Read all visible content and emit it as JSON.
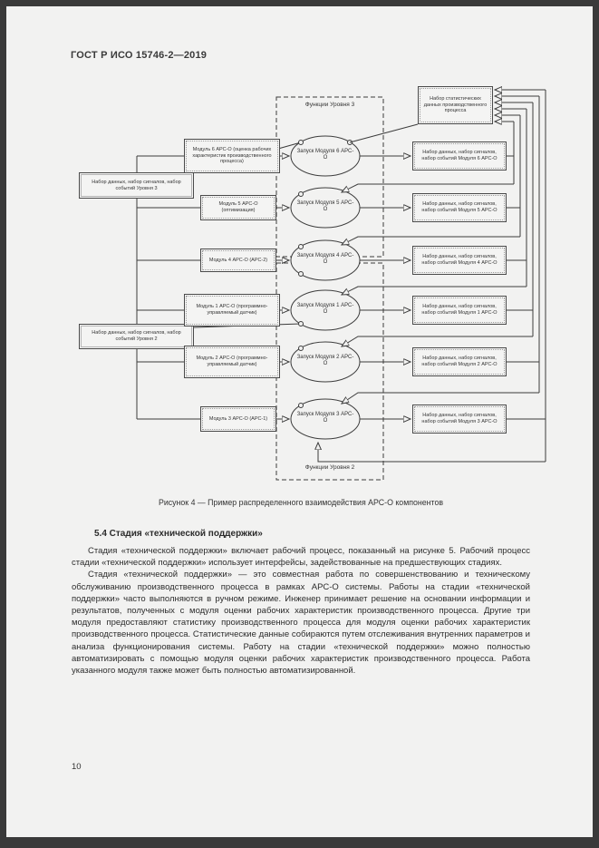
{
  "page": {
    "header": "ГОСТ Р ИСО 15746-2—2019",
    "page_number": "10"
  },
  "figure": {
    "caption": "Рисунок 4 — Пример распределенного взаимодействия АРС-О компонентов",
    "level3_label": "Функции Уровня 3",
    "level2_label": "Функции Уровня 2",
    "stats_box": "Набор статистических данных производственного процесса",
    "level3_data_box": "Набор данных, набор сигналов, набор событий Уровня 3",
    "level2_data_box": "Набор данных, набор сигналов, набор событий Уровня 2",
    "modules": [
      {
        "box": "Модуль 6 АРС-О (оценка рабочих характеристик производственного процесса)",
        "ellipse": "Запуск Модуля 6 АРС-О",
        "data": "Набор данных, набор сигналов, набор событий Модуля 6 АРС-О"
      },
      {
        "box": "Модуль 5 АРС-О (оптимизация)",
        "ellipse": "Запуск Модуля 5 АРС-О",
        "data": "Набор данных, набор сигналов, набор событий Модуля 5 АРС-О"
      },
      {
        "box": "Модуль 4 АРС-О (АРС-2)",
        "ellipse": "Запуск Модуля 4 АРС-О",
        "data": "Набор данных, набор сигналов, набор событий Модуля 4 АРС-О"
      },
      {
        "box": "Модуль 1 АРС-О (программно-управляемый датчик)",
        "ellipse": "Запуск Модуля 1 АРС-О",
        "data": "Набор данных, набор сигналов, набор событий Модуля 1 АРС-О"
      },
      {
        "box": "Модуль 2 АРС-О (программно-управляемый датчик)",
        "ellipse": "Запуск Модуля 2 АРС-О",
        "data": "Набор данных, набор сигналов, набор событий Модуля 2 АРС-О"
      },
      {
        "box": "Модуль 3 АРС-О (АРС-1)",
        "ellipse": "Запуск Модуля 3 АРС-О",
        "data": "Набор данных, набор сигналов, набор событий Модуля 3 АРС-О"
      }
    ]
  },
  "section": {
    "heading": "5.4 Стадия «технической поддержки»",
    "paragraphs": [
      "Стадия «технической поддержки» включает рабочий процесс, показанный на рисунке 5. Рабочий процесс стадии «технической поддержки» использует интерфейсы, задействованные на предшествующих стадиях.",
      "Стадия «технической поддержки» — это совместная работа по совершенствованию и техническому обслуживанию производственного процесса в рамках АРС-О системы. Работы на стадии «технической поддержки» часто выполняются в ручном режиме. Инженер принимает решение на основании информации и результатов, полученных с модуля оценки рабочих характеристик производственного процесса. Другие три модуля предоставляют статистику производственного процесса для модуля оценки рабочих характеристик производственного процесса. Статистические данные собираются путем отслеживания внутренних параметров и анализа функционирования системы. Работу на стадии «технической поддержки» можно полностью автоматизировать с помощью модуля оценки рабочих характеристик производственного процесса. Работа указанного модуля также может быть полностью автоматизированной."
    ]
  }
}
